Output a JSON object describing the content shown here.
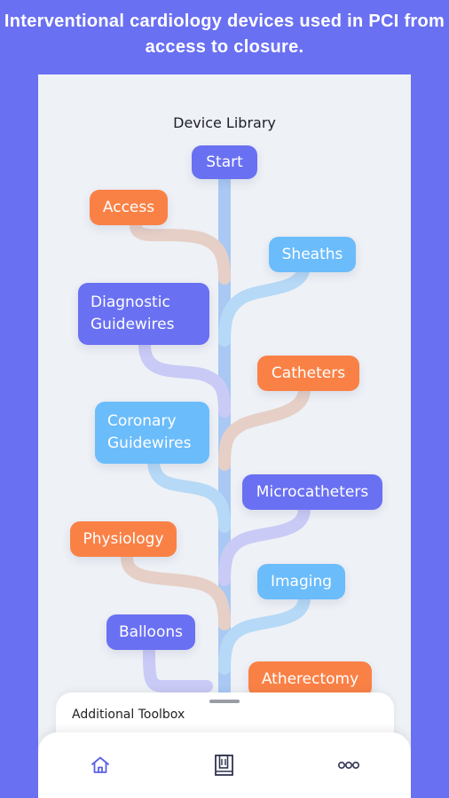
{
  "headline": "Interventional cardiology devices used in PCI from access to closure.",
  "screen": {
    "title": "Device Library"
  },
  "tree": {
    "start": "Start",
    "nodes": [
      {
        "label": "Access",
        "color": "#fa8146"
      },
      {
        "label": "Sheaths",
        "color": "#6bbcfb"
      },
      {
        "label": "Diagnostic Guidewires",
        "color": "#6a70f2"
      },
      {
        "label": "Catheters",
        "color": "#fa8146"
      },
      {
        "label": "Coronary Guidewires",
        "color": "#6bbcfb"
      },
      {
        "label": "Microcatheters",
        "color": "#6a70f2"
      },
      {
        "label": "Physiology",
        "color": "#fa8146"
      },
      {
        "label": "Imaging",
        "color": "#6bbcfb"
      },
      {
        "label": "Balloons",
        "color": "#6a70f2"
      },
      {
        "label": "Atherectomy",
        "color": "#fa8146"
      }
    ]
  },
  "sheet": {
    "title": "Additional Toolbox"
  },
  "nav": {
    "items": [
      {
        "icon": "home-icon"
      },
      {
        "icon": "library-icon"
      },
      {
        "icon": "more-icon"
      }
    ]
  },
  "colors": {
    "brand": "#6a70f2",
    "orange": "#fa8146",
    "blue": "#6bbcfb",
    "background": "#eef1f6"
  }
}
